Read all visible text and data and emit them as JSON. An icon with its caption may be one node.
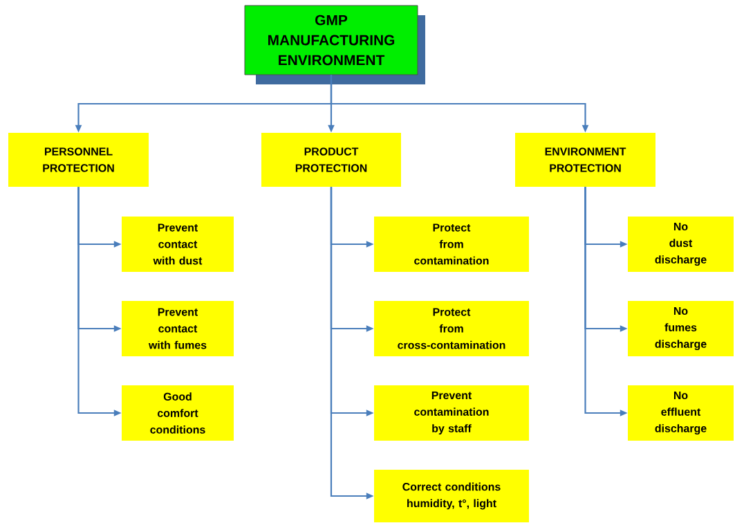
{
  "diagram": {
    "nodes": [
      {
        "text": [
          "GMP MANUFACTURING ENVIRONMENT"
        ]
      },
      {
        "text": [
          "PERSONNEL PROTECTION"
        ]
      },
      {
        "text": [
          "PRODUCT PROTECTION"
        ]
      },
      {
        "text": [
          "ENVIRONMENT PROTECTION"
        ]
      },
      {
        "text": [
          "Prevent contact with dust"
        ]
      },
      {
        "text": [
          "Prevent contact with fumes"
        ]
      },
      {
        "text": [
          "Good comfort conditions"
        ]
      },
      {
        "text": [
          "Protect from contamination"
        ]
      },
      {
        "text": [
          "Protect from cross-contamination"
        ]
      },
      {
        "text": [
          "Prevent contamination by staff"
        ]
      },
      {
        "text": [
          "Correct conditions humidity, t°, light"
        ]
      },
      {
        "text": [
          "No dust discharge"
        ]
      },
      {
        "text": [
          "No fumes discharge"
        ]
      },
      {
        "text": [
          "No effluent discharge"
        ]
      }
    ],
    "edges": [
      {
        "from": 0,
        "to": 1,
        "arrow": "to"
      },
      {
        "from": 0,
        "to": 2,
        "arrow": "to"
      },
      {
        "from": 0,
        "to": 3,
        "arrow": "to"
      },
      {
        "from": 1,
        "to": 4,
        "arrow": "to"
      },
      {
        "from": 1,
        "to": 5,
        "arrow": "to"
      },
      {
        "from": 1,
        "to": 6,
        "arrow": "to"
      },
      {
        "from": 2,
        "to": 7,
        "arrow": "to"
      },
      {
        "from": 2,
        "to": 8,
        "arrow": "to"
      },
      {
        "from": 2,
        "to": 9,
        "arrow": "to"
      },
      {
        "from": 2,
        "to": 10,
        "arrow": "to"
      },
      {
        "from": 3,
        "to": 11,
        "arrow": "to"
      },
      {
        "from": 3,
        "to": 12,
        "arrow": "to"
      },
      {
        "from": 3,
        "to": 13,
        "arrow": "to"
      }
    ]
  }
}
